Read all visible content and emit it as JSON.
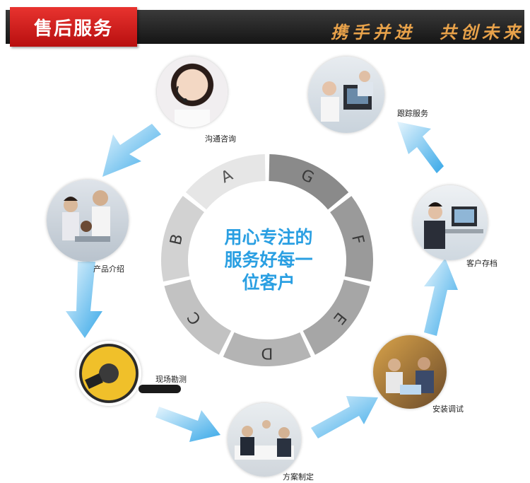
{
  "header": {
    "title": "售后服务",
    "slogan_left": "携手并进",
    "slogan_right": "共创未来"
  },
  "center": {
    "line1": "用心专注的",
    "line2": "服务好每一",
    "line3": "位客户"
  },
  "ring_letters": [
    "A",
    "G",
    "F",
    "E",
    "D",
    "C",
    "B"
  ],
  "steps": [
    {
      "label": "沟通咨询"
    },
    {
      "label": "跟踪服务"
    },
    {
      "label": "客户存档"
    },
    {
      "label": "安装调试"
    },
    {
      "label": "方案制定"
    },
    {
      "label": "现场勘测"
    },
    {
      "label": "产品介绍"
    }
  ],
  "colors": {
    "header_red": "#d42020",
    "slogan_gold": "#e8a24a",
    "accent_blue": "#2a9fe2",
    "ring_dark": "#7c7c7c",
    "ring_light": "#c4c4c4"
  }
}
